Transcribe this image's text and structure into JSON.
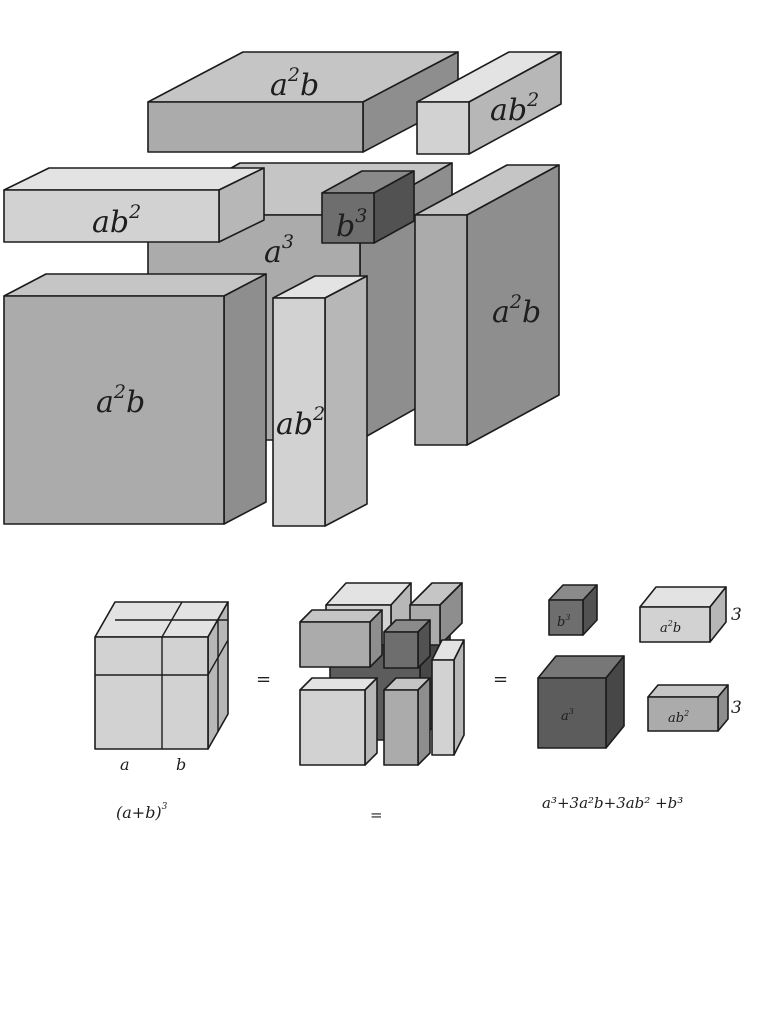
{
  "big_view": {
    "labels": {
      "top_slab": {
        "base": "a",
        "sup": "2",
        "rest": "b"
      },
      "top_bar": {
        "base": "ab",
        "sup": "2",
        "rest": ""
      },
      "left_bar": {
        "base": "ab",
        "sup": "2",
        "rest": ""
      },
      "cube_b": {
        "base": "b",
        "sup": "3",
        "rest": ""
      },
      "cube_a": {
        "base": "a",
        "sup": "3",
        "rest": ""
      },
      "right_slab": {
        "base": "a",
        "sup": "2",
        "rest": "b"
      },
      "front_slab": {
        "base": "a",
        "sup": "2",
        "rest": "b"
      },
      "pillar": {
        "base": "ab",
        "sup": "2",
        "rest": ""
      }
    }
  },
  "small_view": {
    "axis_a": "a",
    "axis_b": "b",
    "equals": "=",
    "expr_left": "(a+b)",
    "expr_left_sup": "3",
    "expr_mid": "=",
    "expr_right": "a³+3a²b+3ab² +b³",
    "labels": {
      "b3": {
        "base": "b",
        "sup": "3",
        "rest": ""
      },
      "a2b": {
        "base": "a",
        "sup": "2",
        "rest": "b"
      },
      "a3": {
        "base": "a",
        "sup": "3",
        "rest": ""
      },
      "ab2": {
        "base": "ab",
        "sup": "2",
        "rest": ""
      }
    },
    "multiplier_top": "3",
    "multiplier_bottom": "3"
  },
  "colors": {
    "light": [
      "#e3e3e3",
      "#d2d2d2",
      "#b7b7b7"
    ],
    "medium": [
      "#c5c5c5",
      "#ababab",
      "#8e8e8e"
    ],
    "dark": [
      "#8a8a8a",
      "#6e6e6e",
      "#525252"
    ],
    "darkest": [
      "#777777",
      "#5c5c5c",
      "#474747"
    ]
  }
}
